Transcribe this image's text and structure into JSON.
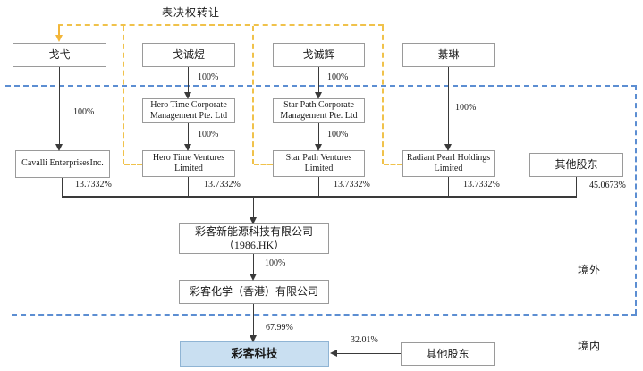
{
  "diagram": {
    "title": "表决权转让",
    "regions": {
      "offshore": "境外",
      "onshore": "境内"
    }
  },
  "nodes": {
    "geyi": {
      "label": "戈弋"
    },
    "gechengyu": {
      "label": "戈诚煜"
    },
    "gechenghui": {
      "label": "戈诚辉"
    },
    "qilin": {
      "label": "綦琳"
    },
    "hero_time_corporate": {
      "label": "Hero Time Corporate Management Pte. Ltd"
    },
    "star_path_corporate": {
      "label": "Star Path Corporate Management Pte. Ltd"
    },
    "cavalli": {
      "label": "Cavalli EnterprisesInc."
    },
    "hero_time_ventures": {
      "label": "Hero Time Ventures Limited"
    },
    "star_path_ventures": {
      "label": "Star Path Ventures Limited"
    },
    "radiant_pearl": {
      "label": "Radiant Pearl Holdings Limited"
    },
    "other_shareholders_offshore": {
      "label": "其他股东"
    },
    "caike_new_energy": {
      "label": "彩客新能源科技有限公司（1986.HK）"
    },
    "caike_chemical_hk": {
      "label": "彩客化学（香港）有限公司"
    },
    "caike_tech": {
      "label": "彩客科技"
    },
    "other_shareholders_onshore": {
      "label": "其他股东"
    }
  },
  "percentages": {
    "geyi_to_cavalli": "100%",
    "gechengyu_to_htcm": "100%",
    "htcm_to_htv": "100%",
    "gechenghui_to_spcm": "100%",
    "spcm_to_spv": "100%",
    "qilin_to_rph": "100%",
    "cavalli_stake": "13.7332%",
    "htv_stake": "13.7332%",
    "spv_stake": "13.7332%",
    "rph_stake": "13.7332%",
    "other_offshore_stake": "45.0673%",
    "caike1986_to_hk": "100%",
    "hk_to_caiketech": "67.99%",
    "other_onshore_stake": "32.01%"
  },
  "colors": {
    "highlight_fill": "#c9dff1",
    "voting_transfer_line": "#f0c24b",
    "boundary_line": "#5c8ed2",
    "connector_line": "#3a3a3a"
  }
}
